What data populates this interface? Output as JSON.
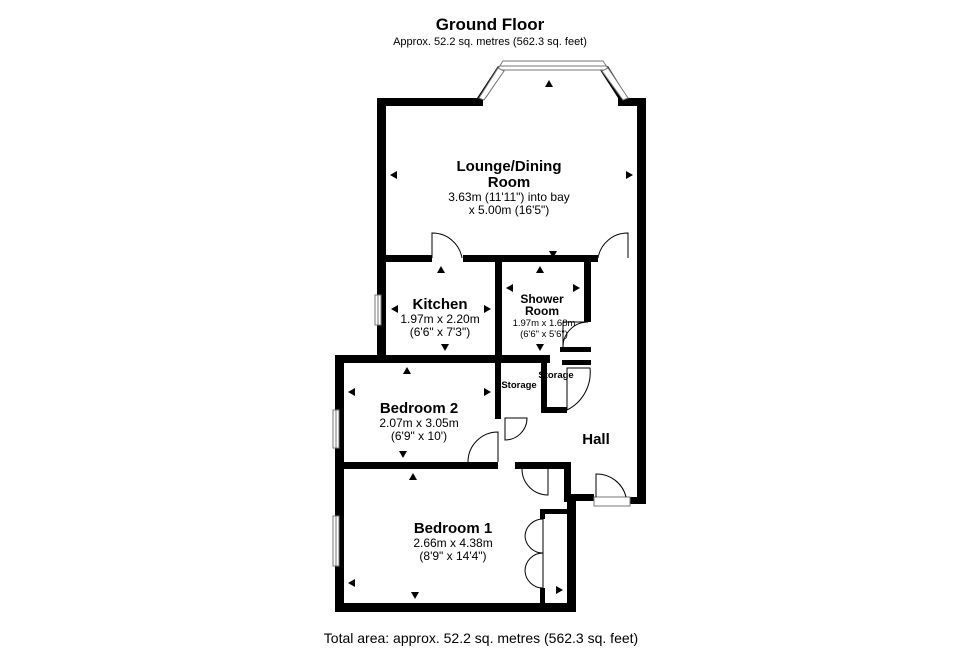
{
  "header": {
    "title": "Ground Floor",
    "subtitle": "Approx. 52.2 sq. metres (562.3 sq. feet)"
  },
  "rooms": {
    "lounge": {
      "name_line1": "Lounge/Dining",
      "name_line2": "Room",
      "dim1": "3.63m (11'11\") into bay",
      "dim2": "x 5.00m (16'5\")"
    },
    "kitchen": {
      "name": "Kitchen",
      "dim1": "1.97m x 2.20m",
      "dim2": "(6'6\" x 7'3\")"
    },
    "shower": {
      "name_line1": "Shower",
      "name_line2": "Room",
      "dim1": "1.97m x 1.68m",
      "dim2": "(6'6\" x 5'6\")"
    },
    "storage_a": {
      "name": "Storage"
    },
    "storage_b": {
      "name": "Storage"
    },
    "bedroom2": {
      "name": "Bedroom 2",
      "dim1": "2.07m x 3.05m",
      "dim2": "(6'9\" x 10')"
    },
    "hall": {
      "name": "Hall"
    },
    "bedroom1": {
      "name": "Bedroom 1",
      "dim1": "2.66m x 4.38m",
      "dim2": "(8'9\" x 14'4\")"
    }
  },
  "footer": {
    "total_area": "Total area: approx. 52.2 sq. metres (562.3 sq. feet)"
  }
}
